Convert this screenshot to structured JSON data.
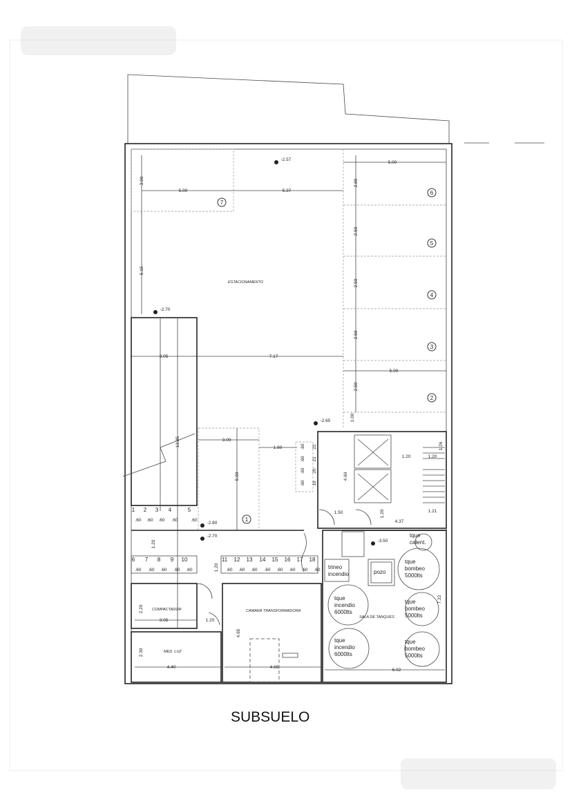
{
  "title": "SUBSUELO",
  "rooms": {
    "parking": "ESTACIONAMENTO",
    "compactor": "COMPACTADOR",
    "transformer": "CAMARA TRANSFORMADORA",
    "meter": "MED. LUZ",
    "tanks": "SALA DE TANQUES",
    "sled": [
      "trineo",
      "incendio"
    ],
    "well": "pozo"
  },
  "tanks": {
    "heater": [
      "tque",
      "calent."
    ],
    "pump": [
      "tque",
      "bombeo",
      "5000lts"
    ],
    "fire": [
      "tque",
      "incendio",
      "6000lts"
    ]
  },
  "levels": [
    "-2.57",
    "-2.70",
    "-2.65",
    "-2.80",
    "-2.70",
    "-3.50"
  ],
  "dimensions": [
    "5.00",
    "5.37",
    "3.00",
    "5.15",
    "5.00",
    "2.89",
    "2.50",
    "2.50",
    "2.50",
    "2.50",
    "5.00",
    "3.05",
    "7.17",
    "13.85",
    "3.00",
    "1.80",
    "5.00",
    "1.00",
    "4.60",
    "1.50",
    "1.20",
    "4.37",
    "1.20",
    "1.20",
    "1.26",
    "1.21",
    "1.20",
    "1.20",
    "2.20",
    "3.05",
    "1.20",
    "2.30",
    "4.40",
    "4.65",
    "4.65",
    "6.02",
    "7.22"
  ],
  "parking_spaces": [
    "1",
    "2",
    "3",
    "4",
    "5",
    "6",
    "7"
  ],
  "moto_spaces": [
    "1",
    "2",
    "3",
    "4",
    "5",
    "6",
    "7",
    "8",
    "9",
    "10",
    "11",
    "12",
    "13",
    "14",
    "15",
    "16",
    "17",
    "18"
  ],
  "stall_spaces": [
    "19",
    "20",
    "21",
    "22"
  ],
  "moto_width": ".60"
}
